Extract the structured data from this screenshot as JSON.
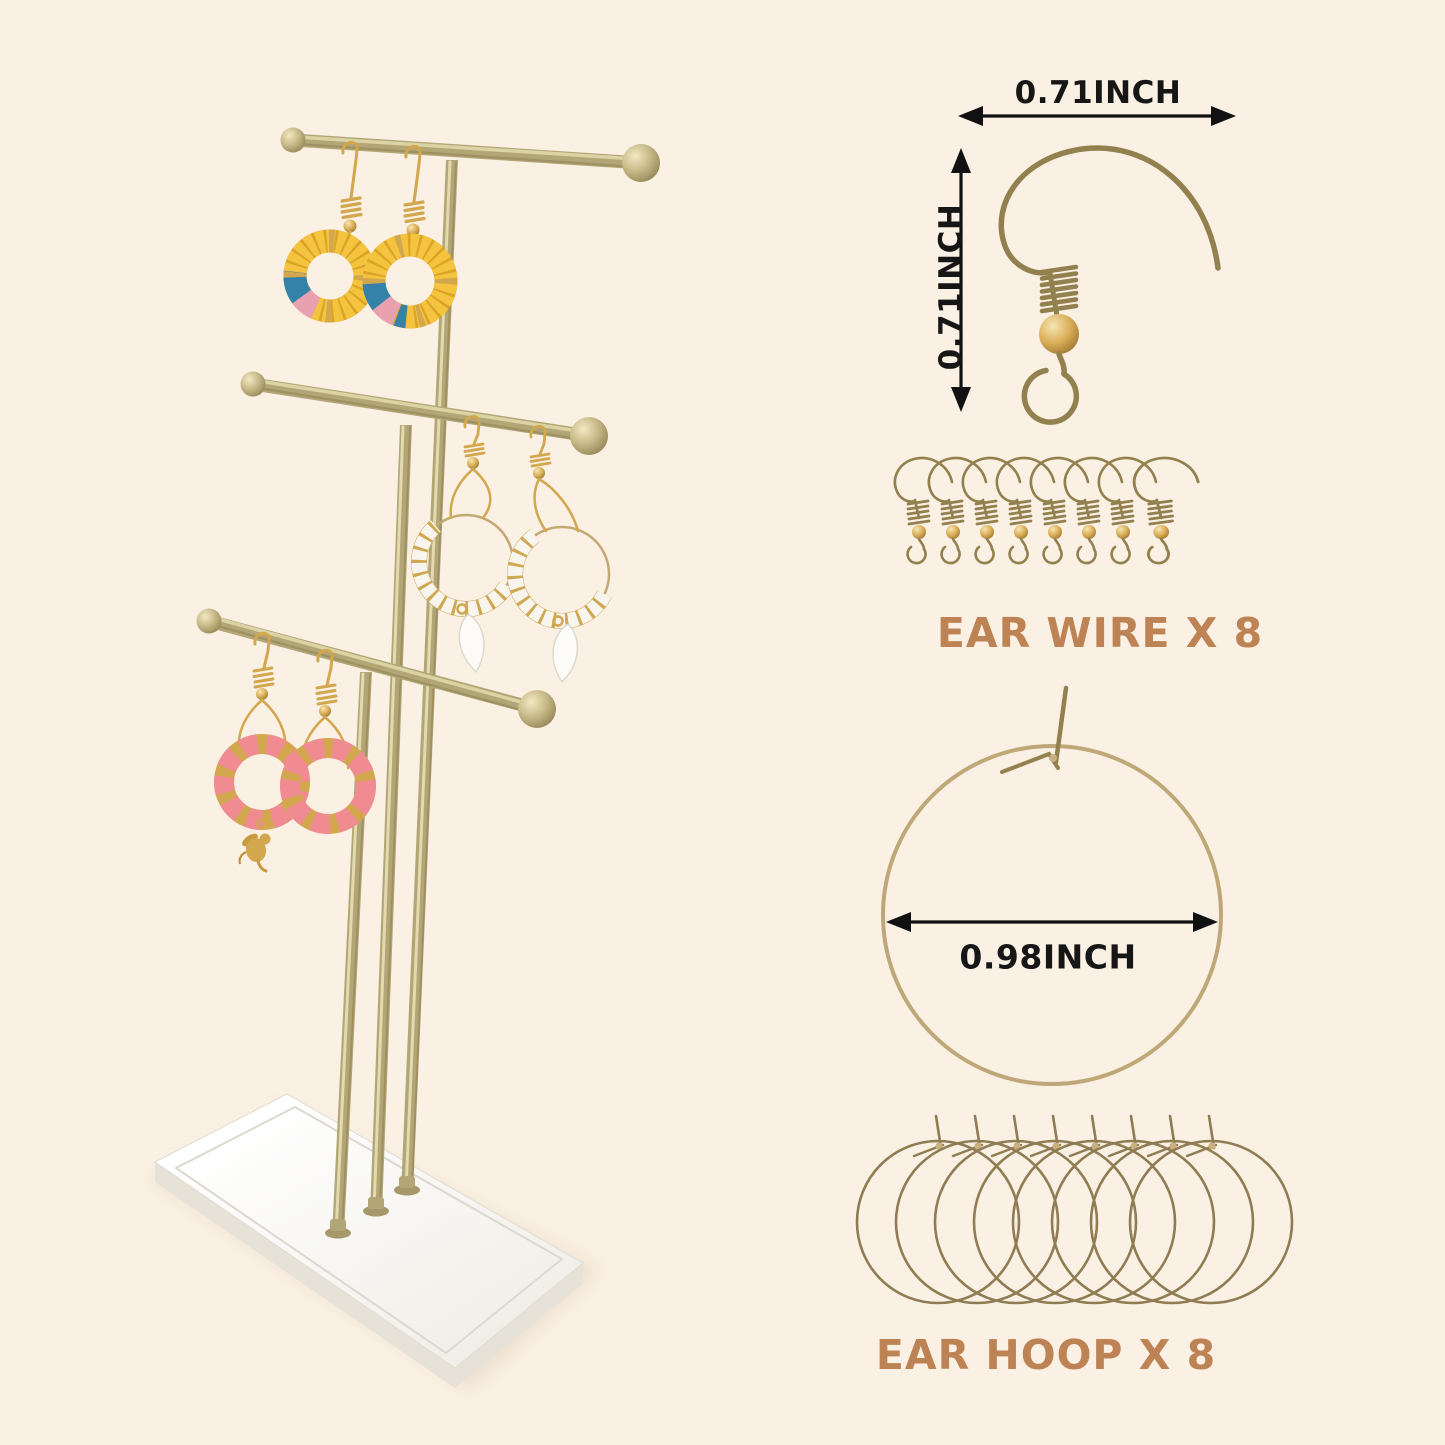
{
  "colors": {
    "page-bg": "#FAF0E3",
    "accent-text": "#BE8355",
    "dimension-text": "#161616",
    "arrow": "#111111",
    "brass": "#B3A676",
    "brass-light": "#E3DAAE",
    "brass-dark": "#8A7C4E",
    "gold": "#D2A74E",
    "wire-bronze": "#93804F",
    "hoop-bronze": "#8F7C52",
    "tray-white": "#FFFFFF",
    "bead-yellow": "#F5C43E",
    "bead-yellow-dark": "#DBA427",
    "bead-blue": "#3481A9",
    "bead-rose": "#E9A0AF",
    "bead-white": "#F8F5EF",
    "bead-pink": "#F08B92"
  },
  "ear_wire_figure": {
    "width_label": "0.71INCH",
    "height_label": "0.71INCH"
  },
  "ear_wire_row": {
    "count": 8,
    "caption": "EAR WIRE X 8"
  },
  "ear_hoop_figure": {
    "diameter_label": "0.98INCH"
  },
  "ear_hoop_row": {
    "count": 8,
    "caption": "EAR HOOP X 8"
  },
  "stand": {
    "tiers": 3,
    "displayed_earring_pairs": 3,
    "tier_bead_colors": [
      "yellow",
      "white",
      "pink"
    ]
  }
}
